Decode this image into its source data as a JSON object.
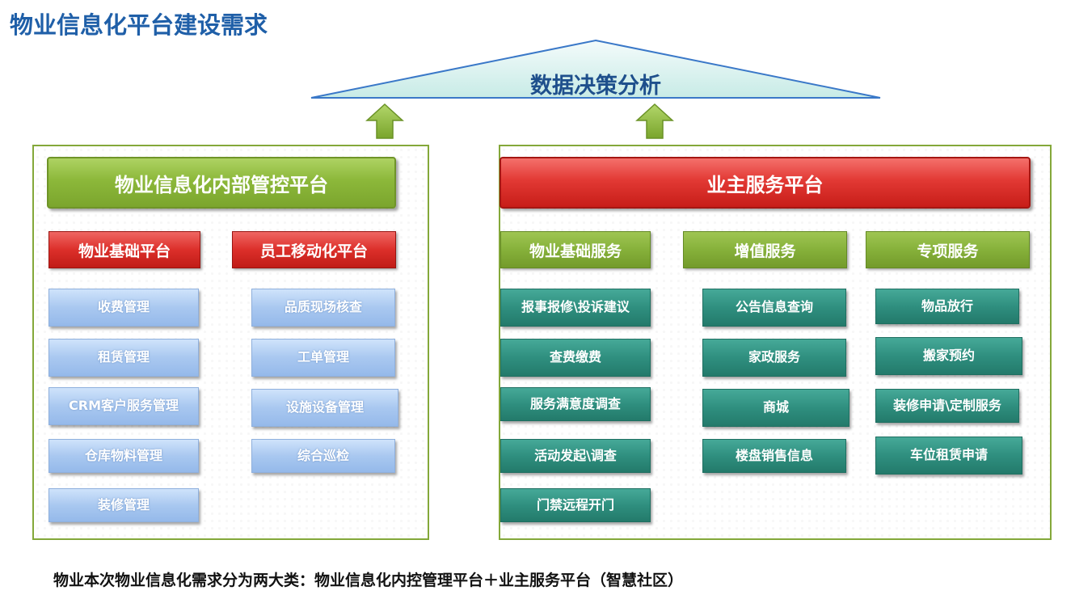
{
  "page_title": "物业信息化平台建设需求",
  "roof_label": "数据决策分析",
  "left_panel": {
    "header": "物业信息化内部管控平台",
    "categories": [
      {
        "label": "物业基础平台",
        "items": [
          "收费管理",
          "租赁管理",
          "CRM客户服务管理",
          "仓库物料管理",
          "装修管理"
        ]
      },
      {
        "label": "员工移动化平台",
        "items": [
          "品质现场核查",
          "工单管理",
          "设施设备管理",
          "综合巡检"
        ]
      }
    ]
  },
  "right_panel": {
    "header": "业主服务平台",
    "categories": [
      {
        "label": "物业基础服务",
        "items": [
          "报事报修\\投诉建议",
          "查费缴费",
          "服务满意度调查",
          "活动发起\\调查",
          "门禁远程开门"
        ]
      },
      {
        "label": "增值服务",
        "items": [
          "公告信息查询",
          "家政服务",
          "商城",
          "楼盘销售信息"
        ]
      },
      {
        "label": "专项服务",
        "items": [
          "物品放行",
          "搬家预约",
          "装修申请\\定制服务",
          "车位租赁申请"
        ]
      }
    ]
  },
  "footer": "物业本次物业信息化需求分为两大类：物业信息化内控管理平台＋业主服务平台（智慧社区）",
  "colors": {
    "title_blue": "#1f5fa8",
    "green": "#8cb83a",
    "red": "#dc2f2a",
    "light_blue": "#a9c8f0",
    "teal": "#2f8f7f"
  }
}
